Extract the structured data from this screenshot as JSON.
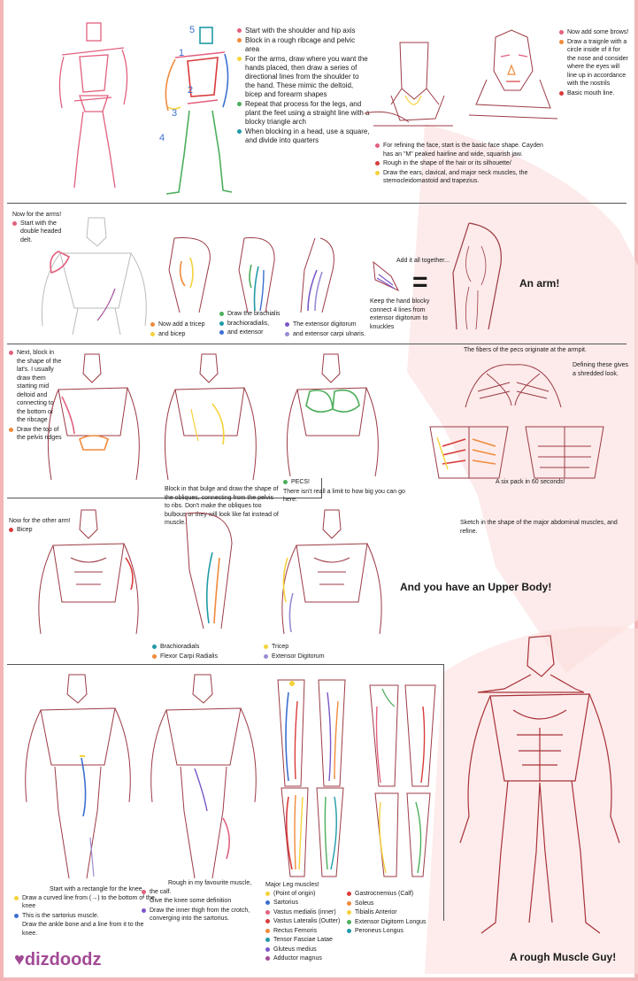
{
  "colors": {
    "pink": "#e2607e",
    "red": "#d93b3b",
    "orange": "#f08a3c",
    "yellow": "#f5d23a",
    "green": "#4cae5b",
    "teal": "#1f9aa6",
    "blue": "#3b6fd1",
    "purple": "#7b57c9",
    "lavender": "#9b8ad4",
    "sketch": "#9c3b45",
    "bg_wash": "#f8d2cf",
    "brand": "#a24a95"
  },
  "step1": {
    "notes": [
      {
        "text": "Start with the shoulder and hip axis",
        "color": "#e2607e"
      },
      {
        "text": "Block in a rough ribcage and pelvic area",
        "color": "#f08a3c"
      },
      {
        "text": "For the arms, draw where you want the hands placed, then draw a series of directional lines from the shoulder to the hand. These mimic the deltoid, bicep and forearm shapes",
        "color": "#f5d23a"
      },
      {
        "text": "Repeat that process for the legs, and plant the feet using a straight line with a blocky triangle arch",
        "color": "#4cae5b"
      },
      {
        "text": "When blocking in a head, use a square, and divide into quarters",
        "color": "#1f9aa6"
      }
    ],
    "numbers": [
      "1",
      "2",
      "3",
      "4",
      "5"
    ]
  },
  "face": {
    "notes": [
      {
        "text": "For refining the face, start is the basic face shape. Cayden has an \"M\" peaked hairline and wide, squarish jaw.",
        "color": "#e2607e"
      },
      {
        "text": "Rough in the shape of the hair or its silhouette/",
        "color": "#d93b3b"
      },
      {
        "text": "Draw the ears, clavical, and major neck muscles, the sternocleidomastoid and trapezius.",
        "color": "#f5d23a"
      }
    ]
  },
  "brows": {
    "notes": [
      {
        "text": "Now add some brows!",
        "color": "#e2607e"
      },
      {
        "text": "Draw a traignle with a circle inside of it for the nose and consider where the eyes will line up in accordance with the nostrils",
        "color": "#f08a3c"
      },
      {
        "text": "Basic mouth line.",
        "color": "#d93b3b"
      }
    ]
  },
  "arms": {
    "intro": "Now for the arms!",
    "intro_note": {
      "text": "Start with the double headed delt.",
      "color": "#e2607e"
    },
    "tricep_notes": [
      {
        "text": "Now add a tricep",
        "color": "#f08a3c"
      },
      {
        "text": "and bicep",
        "color": "#f5d23a"
      }
    ],
    "brach_notes": [
      {
        "text": "Draw the brachialis",
        "color": "#4cae5b"
      },
      {
        "text": "brachioradialis,",
        "color": "#1f9aa6"
      },
      {
        "text": "and extensor",
        "color": "#3b6fd1"
      }
    ],
    "ext_notes": [
      {
        "text": "The extensor digitorum",
        "color": "#7b57c9"
      },
      {
        "text": "and extensor carpi ulnaris.",
        "color": "#9b8ad4"
      }
    ],
    "together": "Add it all together...",
    "hand_note": "Keep the hand blocky connect 4 lines from extensor digitorum to knuckles",
    "equals": "=",
    "result": "An arm!"
  },
  "lats": {
    "note1": {
      "text": "Next, block in the shape of the lat's. I usually draw them starting mid deltoid and connecting to the bottom of the ribcage",
      "color": "#e2607e"
    },
    "note2": {
      "text": "Draw the top of the pelvis ridges",
      "color": "#f08a3c"
    },
    "obliques_note": "Block in that bulge and draw the shape of the obliques, connecting from the pelvis to ribs. Don't make the obliques too bulbous or they will look like fat instead of muscle.",
    "pecs_note": {
      "text": "PECS!",
      "color": "#4cae5b"
    },
    "pecs_sub": "There isn't reall a limit to how big you can go here.",
    "fibers_note": "The fibers of the pecs originate at the armpit.",
    "shredded_note": "Defining these gives a shredded look.",
    "sixpack_note": "A six pack in 60 seconds!"
  },
  "other_arm": {
    "intro": "Now for the other arm!",
    "bicep": {
      "text": "Bicep",
      "color": "#d93b3b"
    },
    "abs_note": "Sketch in the shape of the major abdominal muscles, and refine.",
    "fore_notes": [
      {
        "text": "Brachioradials",
        "color": "#1f9aa6"
      },
      {
        "text": "Flexor Carpi Radialis",
        "color": "#f08a3c"
      }
    ],
    "tri_notes": [
      {
        "text": "Tricep",
        "color": "#f5d23a"
      },
      {
        "text": "Extensor Digitorum",
        "color": "#9b8ad4"
      }
    ],
    "result": "And you have an Upper Body!"
  },
  "legs": {
    "knee_title": "Start with a rectangle for the knee",
    "knee_notes": [
      {
        "text": "Draw a curved line from (→) to the bottom of the knee",
        "color": "#f5d23a"
      },
      {
        "text": "This is the sartorius muscle.",
        "color": "#3b6fd1"
      },
      {
        "text": "Draw the ankle bone and a line from it to the knee.",
        "color": "#ffffff"
      }
    ],
    "calf_title": "Rough in my favourite muscle,",
    "calf_notes": [
      {
        "text": "the calf.",
        "color": "#e2607e"
      },
      {
        "text": "Give the knee some definition",
        "color": "#ffffff"
      },
      {
        "text": "Draw the inner thigh from the crotch, converging into the sartorius.",
        "color": "#7b57c9"
      }
    ],
    "major_title": "Major Leg muscles!",
    "major_col1": [
      {
        "text": "(Point of origin)",
        "color": "#f5d23a"
      },
      {
        "text": "Sartorius",
        "color": "#3b6fd1"
      },
      {
        "text": "Vastus medialis (inner)",
        "color": "#e2607e"
      },
      {
        "text": "Vastus Lateralis (Outter)",
        "color": "#d93b3b"
      },
      {
        "text": "Rectus Femoris",
        "color": "#f08a3c"
      },
      {
        "text": "Tensor Fasciae Latae",
        "color": "#1f9aa6"
      },
      {
        "text": "Gluteus medius",
        "color": "#7b57c9"
      },
      {
        "text": "Adductor magnus",
        "color": "#a24a95"
      }
    ],
    "major_col2": [
      {
        "text": "Gastrocnemius (Calf)",
        "color": "#d93b3b"
      },
      {
        "text": "Soleus",
        "color": "#f08a3c"
      },
      {
        "text": "Tibialis Anterior",
        "color": "#f5d23a"
      },
      {
        "text": "Extensor Digitorm Longus",
        "color": "#4cae5b"
      },
      {
        "text": "Peroneus Longus",
        "color": "#1f9aa6"
      }
    ],
    "result": "A rough Muscle Guy!"
  },
  "brand": {
    "name": "dizdoodz",
    "icon": "heart-icon"
  }
}
